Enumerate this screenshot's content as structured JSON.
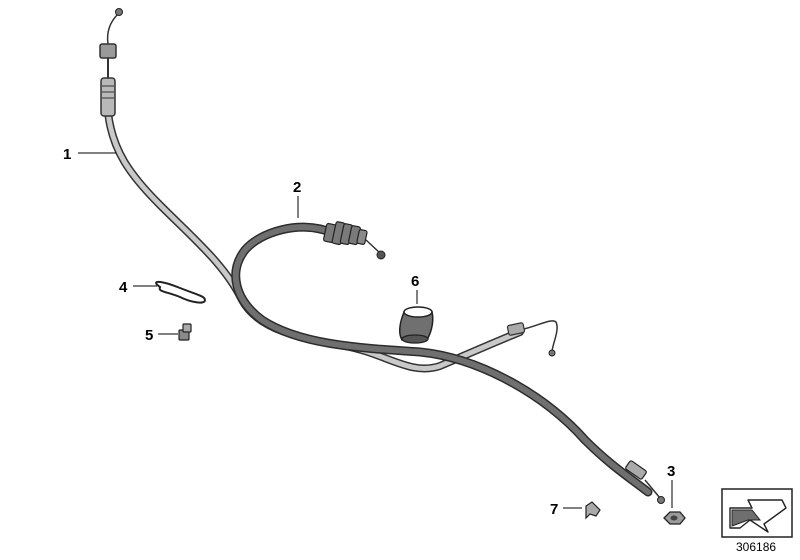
{
  "diagram": {
    "callouts": [
      {
        "id": "1",
        "label": "1"
      },
      {
        "id": "2",
        "label": "2"
      },
      {
        "id": "3",
        "label": "3"
      },
      {
        "id": "4",
        "label": "4"
      },
      {
        "id": "5",
        "label": "5"
      },
      {
        "id": "6",
        "label": "6"
      },
      {
        "id": "7",
        "label": "7"
      }
    ],
    "reference_number": "306186"
  },
  "colors": {
    "cable_dark": "#6f6f6f",
    "cable_light": "#c4c4c4",
    "outline": "#222222",
    "boot": "#7a7a7a"
  }
}
